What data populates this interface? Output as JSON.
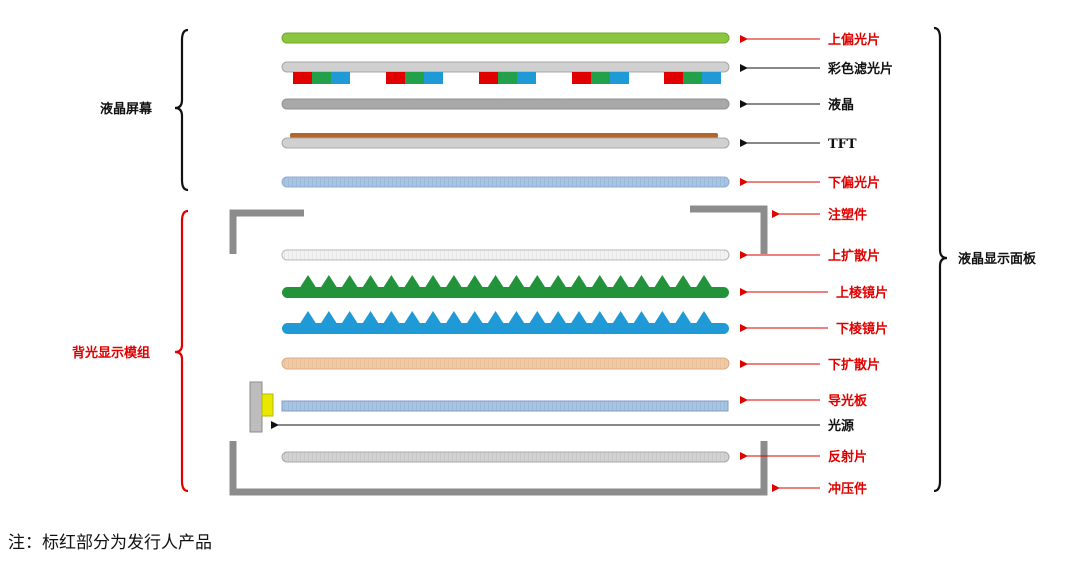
{
  "colors": {
    "red": "#e00000",
    "black": "#111111",
    "gray_frame": "#8c8c8c",
    "green_polarizer": "#8cc63f",
    "green_prism": "#22933a",
    "blue_prism": "#1f9ad6",
    "tft_brown": "#b5642a",
    "diffuser_tan": "#f0c9a6",
    "lower_polarizer": "#a9c4e2",
    "light_guide": "#a6bcd8",
    "light_source": "#e8e800"
  },
  "layers": [
    {
      "id": "upper-polarizer",
      "label": "上偏光片",
      "label_color": "red"
    },
    {
      "id": "color-filter",
      "label": "彩色滤光片",
      "label_color": "black"
    },
    {
      "id": "liquid-crystal",
      "label": "液晶",
      "label_color": "black"
    },
    {
      "id": "tft",
      "label": "TFT",
      "label_color": "black"
    },
    {
      "id": "lower-polarizer",
      "label": "下偏光片",
      "label_color": "red"
    },
    {
      "id": "injection-frame",
      "label": "注塑件",
      "label_color": "red"
    },
    {
      "id": "upper-diffuser",
      "label": "上扩散片",
      "label_color": "red"
    },
    {
      "id": "upper-prism",
      "label": "上棱镜片",
      "label_color": "red"
    },
    {
      "id": "lower-prism",
      "label": "下棱镜片",
      "label_color": "red"
    },
    {
      "id": "lower-diffuser",
      "label": "下扩散片",
      "label_color": "red"
    },
    {
      "id": "light-guide",
      "label": "导光板",
      "label_color": "red"
    },
    {
      "id": "light-source",
      "label": "光源",
      "label_color": "black"
    },
    {
      "id": "reflector",
      "label": "反射片",
      "label_color": "red"
    },
    {
      "id": "stamped-frame",
      "label": "冲压件",
      "label_color": "red"
    }
  ],
  "groups": {
    "lcd_screen": {
      "label": "液晶屏幕",
      "label_color": "black"
    },
    "backlight_module": {
      "label": "背光显示模组",
      "label_color": "red"
    },
    "lcd_panel": {
      "label": "液晶显示面板",
      "label_color": "black"
    }
  },
  "filter_colors": [
    "#e00000",
    "#22a04a",
    "#1f9ad6"
  ],
  "note": "注：标红部分为发行人产品"
}
